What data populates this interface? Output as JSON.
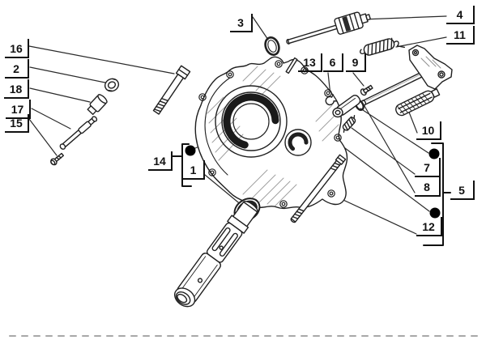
{
  "callouts": {
    "c1": "1",
    "c2": "2",
    "c3": "3",
    "c4": "4",
    "c5": "5",
    "c6": "6",
    "c7": "7",
    "c8": "8",
    "c9": "9",
    "c10": "10",
    "c11": "11",
    "c12": "12",
    "c13": "13",
    "c14": "14",
    "c15": "15",
    "c16": "16",
    "c17": "17",
    "c18": "18"
  },
  "markers": {
    "symbol": "filled-circle",
    "count": 3
  },
  "colors": {
    "background": "#ffffff",
    "line_art": "#1f1f1f",
    "callout_text": "#111111",
    "marker_dot": "#000000",
    "hatch": "#8f8f8f",
    "bottom_edge_dash": "#a8a8a8"
  }
}
